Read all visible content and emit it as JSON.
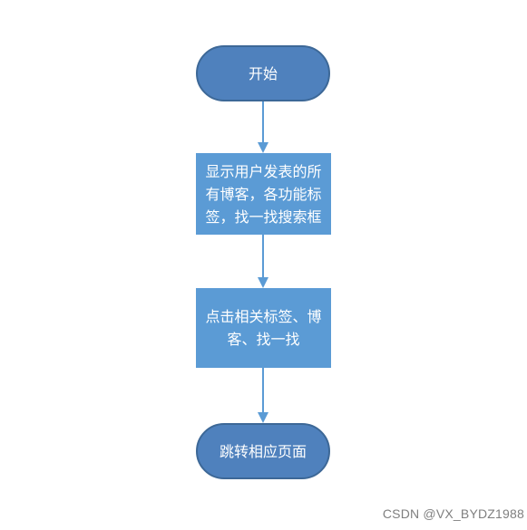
{
  "flowchart": {
    "nodes": [
      {
        "id": "start",
        "kind": "terminal",
        "label": "开始"
      },
      {
        "id": "show-blogs",
        "kind": "process",
        "label": "显示用户发表的所\n有博客，各功能标\n签，找一找搜索框"
      },
      {
        "id": "click-tags",
        "kind": "process",
        "label": "点击相关标签、博\n客、找一找"
      },
      {
        "id": "jump-page",
        "kind": "terminal",
        "label": "跳转相应页面"
      }
    ],
    "edges": [
      {
        "from": "start",
        "to": "show-blogs"
      },
      {
        "from": "show-blogs",
        "to": "click-tags"
      },
      {
        "from": "click-tags",
        "to": "jump-page"
      }
    ]
  },
  "colors": {
    "terminal_fill": "#4f81bd",
    "process_fill": "#5b9bd5",
    "connector": "#5b9bd5"
  },
  "watermark": "CSDN @VX_BYDZ1988"
}
